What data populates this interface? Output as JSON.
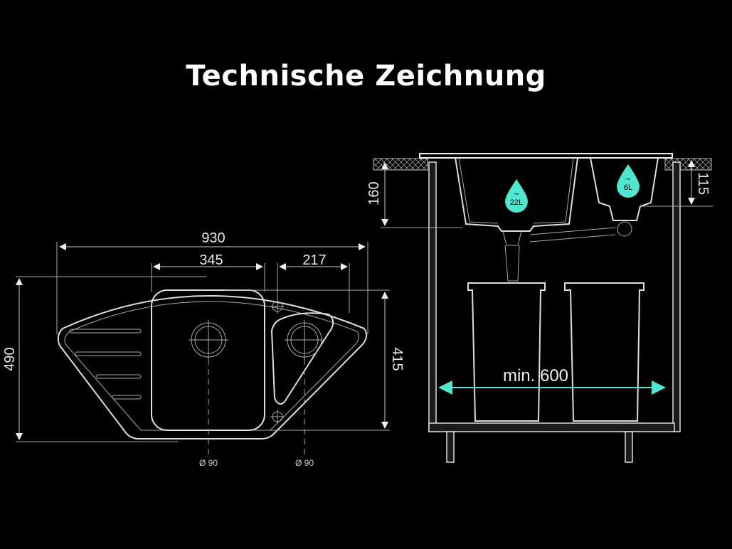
{
  "title": "Technische Zeichnung",
  "top_view": {
    "width_total": "930",
    "bowl_large_width": "345",
    "bowl_small_width": "217",
    "depth_total": "490",
    "depth_inner": "415",
    "drain_large": "Ø 90",
    "drain_small": "Ø 90"
  },
  "side_view": {
    "depth_large": "160",
    "depth_small": "115",
    "volume_large": "22L",
    "volume_small": "6L",
    "cabinet_min": "min. 600"
  },
  "colors": {
    "accent": "#4de8cf",
    "line": "#dddddd",
    "background": "#000000"
  }
}
